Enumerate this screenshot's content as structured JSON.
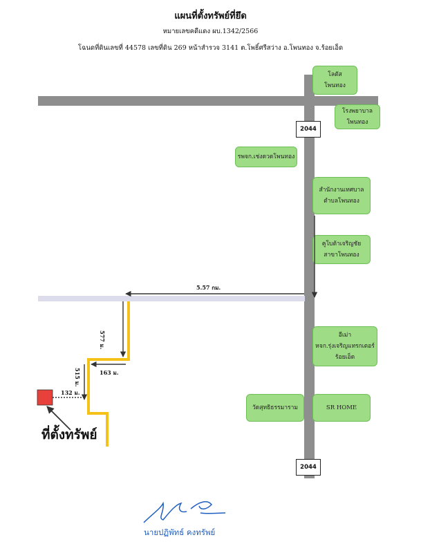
{
  "header": {
    "title": "แผนที่ตั้งทรัพย์ที่ยึด",
    "subtitle": "หมายเลขคดีแดง ผบ.1342/2566",
    "parcel_line": "โฉนดที่ดินเลขที่ 44578 เลขที่ดิน 269 หน้าสำรวจ 3141 ต.โพธิ์ศรีสว่าง อ.โพนทอง จ.ร้อยเอ็ด"
  },
  "landmarks": [
    {
      "id": "lotus",
      "lines": [
        "โลตัส",
        "โพนทอง"
      ]
    },
    {
      "id": "hospital",
      "lines": [
        "โรงพยาบาล",
        "โพนทอง"
      ]
    },
    {
      "id": "school",
      "lines": [
        "รพจก.เช่งดวดโพนทอง"
      ]
    },
    {
      "id": "office",
      "lines": [
        "สำนักงานเทศบาล",
        "ตำบลโพนทอง"
      ]
    },
    {
      "id": "coop",
      "lines": [
        "คูโบต้าเจริญชัย",
        "สาขาโพนทอง"
      ]
    },
    {
      "id": "dealer",
      "lines": [
        "อีเม่า",
        "หจก.รุ่งเจริญแทรกเตอร์",
        "ร้อยเอ็ด"
      ]
    },
    {
      "id": "temple",
      "lines": [
        "วัดสุทธิธรรมาราม"
      ]
    },
    {
      "id": "srhome",
      "lines": [
        "SR HOME"
      ]
    }
  ],
  "route_labels": {
    "top": "2044",
    "bottom": "2044"
  },
  "distances": {
    "d1": "5.57 กม.",
    "d2": "577 ม.",
    "d3": "163 ม.",
    "d4": "515 ม.",
    "d5": "132 ม."
  },
  "property": {
    "label": "ที่ตั้งทรัพย์",
    "marker_color": "#e8413c"
  },
  "signature": {
    "name": "นายปฏิพัทธ์ คงทรัพย์"
  },
  "colors": {
    "road": "#8e8e8e",
    "landmark_fill": "#9fdc86",
    "path": "#f5c21a",
    "signature_ink": "#1f5fbf"
  }
}
